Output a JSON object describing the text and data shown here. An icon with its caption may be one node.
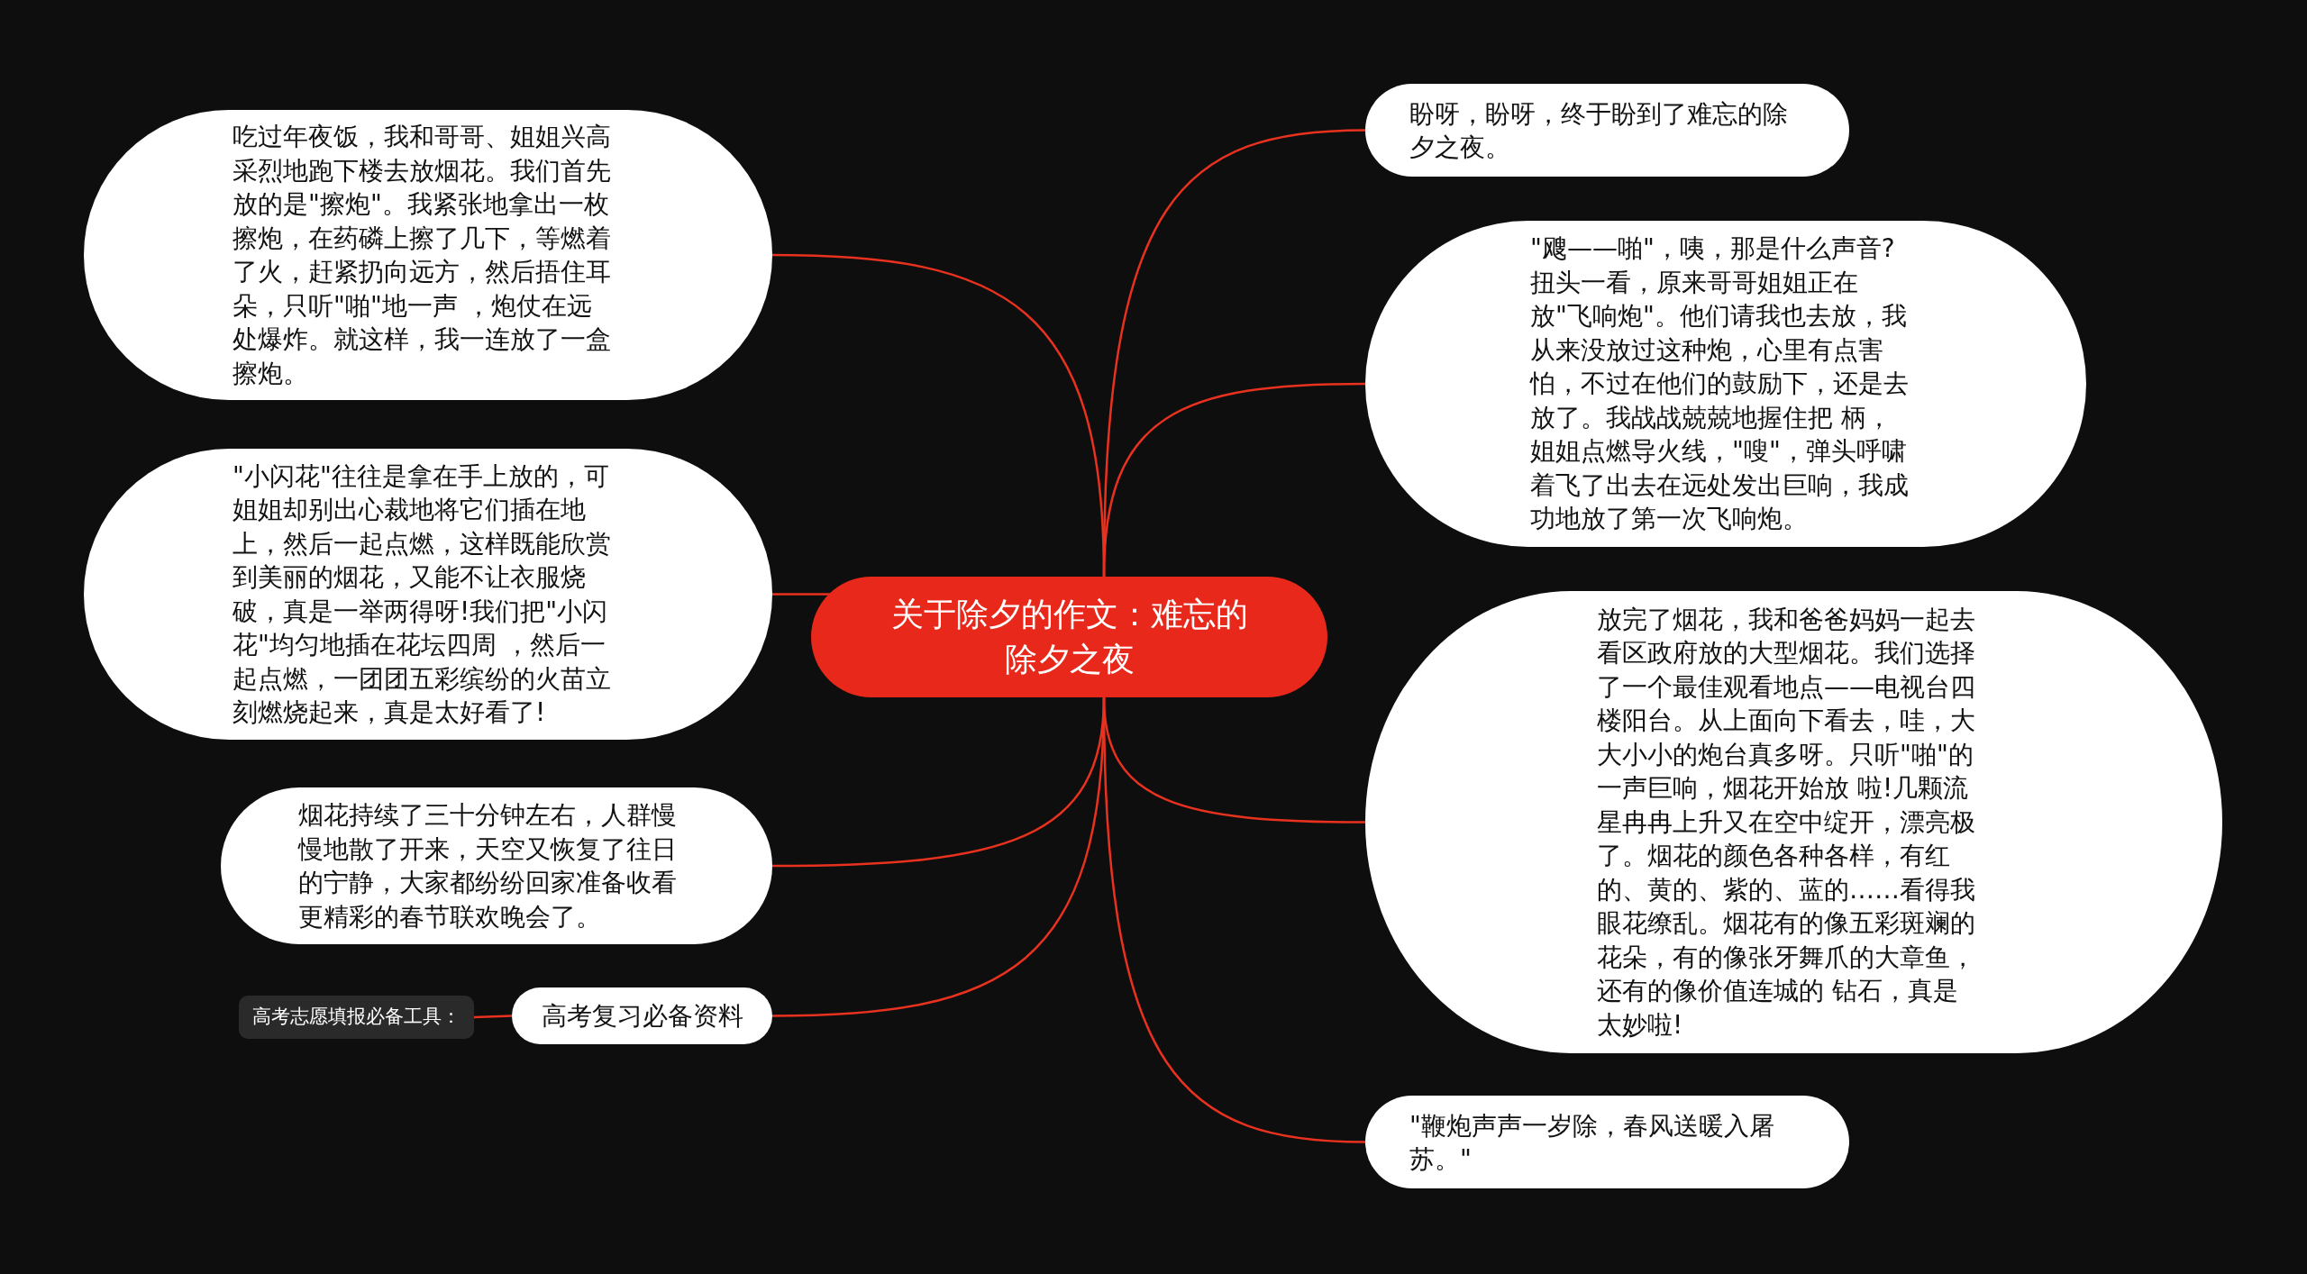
{
  "diagram": {
    "nodes": [
      {
        "text": [
          "关于除夕的作文：难忘的除夕之夜"
        ]
      },
      {
        "text": [
          "吃过年夜饭，我和哥哥、姐姐兴高采烈地跑下楼去放烟花。我们首先放的是\"擦炮\"。我紧张地拿出一枚擦炮，在药磷上擦了几下，等燃着了火，赶紧扔向远方，然后捂住耳朵，只听\"啪\"地一声 ，炮仗在远处爆炸。就这样，我一连放了一盒擦炮。"
        ]
      },
      {
        "text": [
          "\"小闪花\"往往是拿在手上放的，可姐姐却别出心裁地将它们插在地上，然后一起点燃，这样既能欣赏到美丽的烟花，又能不让衣服烧破，真是一举两得呀!我们把\"小闪花\"均匀地插在花坛四周 ，然后一起点燃，一团团五彩缤纷的火苗立刻燃烧起来，真是太好看了!"
        ]
      },
      {
        "text": [
          "烟花持续了三十分钟左右，人群慢慢地散了开来，天空又恢复了往日的宁静，大家都纷纷回家准备收看更精彩的春节联欢晚会了。"
        ]
      },
      {
        "text": [
          "高考复习必备资料"
        ]
      },
      {
        "text": [
          "高考志愿填报必备工具："
        ]
      },
      {
        "text": [
          "盼呀，盼呀，终于盼到了难忘的除夕之夜。"
        ]
      },
      {
        "text": [
          "\"飕——啪\"，咦，那是什么声音?扭头一看，原来哥哥姐姐正在放\"飞响炮\"。他们请我也去放，我从来没放过这种炮，心里有点害怕，不过在他们的鼓励下，还是去放了。我战战兢兢地握住把 柄，姐姐点燃导火线，\"嗖\"，弹头呼啸着飞了出去在远处发出巨响，我成功地放了第一次飞响炮。"
        ]
      },
      {
        "text": [
          "放完了烟花，我和爸爸妈妈一起去看区政府放的大型烟花。我们选择了一个最佳观看地点——电视台四楼阳台。从上面向下看去，哇，大大小小的炮台真多呀。只听\"啪\"的一声巨响，烟花开始放 啦!几颗流星冉冉上升又在空中绽开，漂亮极了。烟花的颜色各种各样，有红的、黄的、紫的、蓝的……看得我眼花缭乱。烟花有的像五彩斑斓的花朵，有的像张牙舞爪的大章鱼，还有的像价值连城的 钻石，真是太妙啦!"
        ]
      },
      {
        "text": [
          "\"鞭炮声声一岁除，春风送暖入屠苏。\""
        ]
      }
    ],
    "edges": [
      {
        "from": 0,
        "to": 1,
        "arrow": "none"
      },
      {
        "from": 0,
        "to": 2,
        "arrow": "none"
      },
      {
        "from": 0,
        "to": 3,
        "arrow": "none"
      },
      {
        "from": 0,
        "to": 4,
        "arrow": "none"
      },
      {
        "from": 4,
        "to": 5,
        "arrow": "none"
      },
      {
        "from": 0,
        "to": 6,
        "arrow": "none"
      },
      {
        "from": 0,
        "to": 7,
        "arrow": "none"
      },
      {
        "from": 0,
        "to": 8,
        "arrow": "none"
      },
      {
        "from": 0,
        "to": 9,
        "arrow": "none"
      }
    ]
  }
}
